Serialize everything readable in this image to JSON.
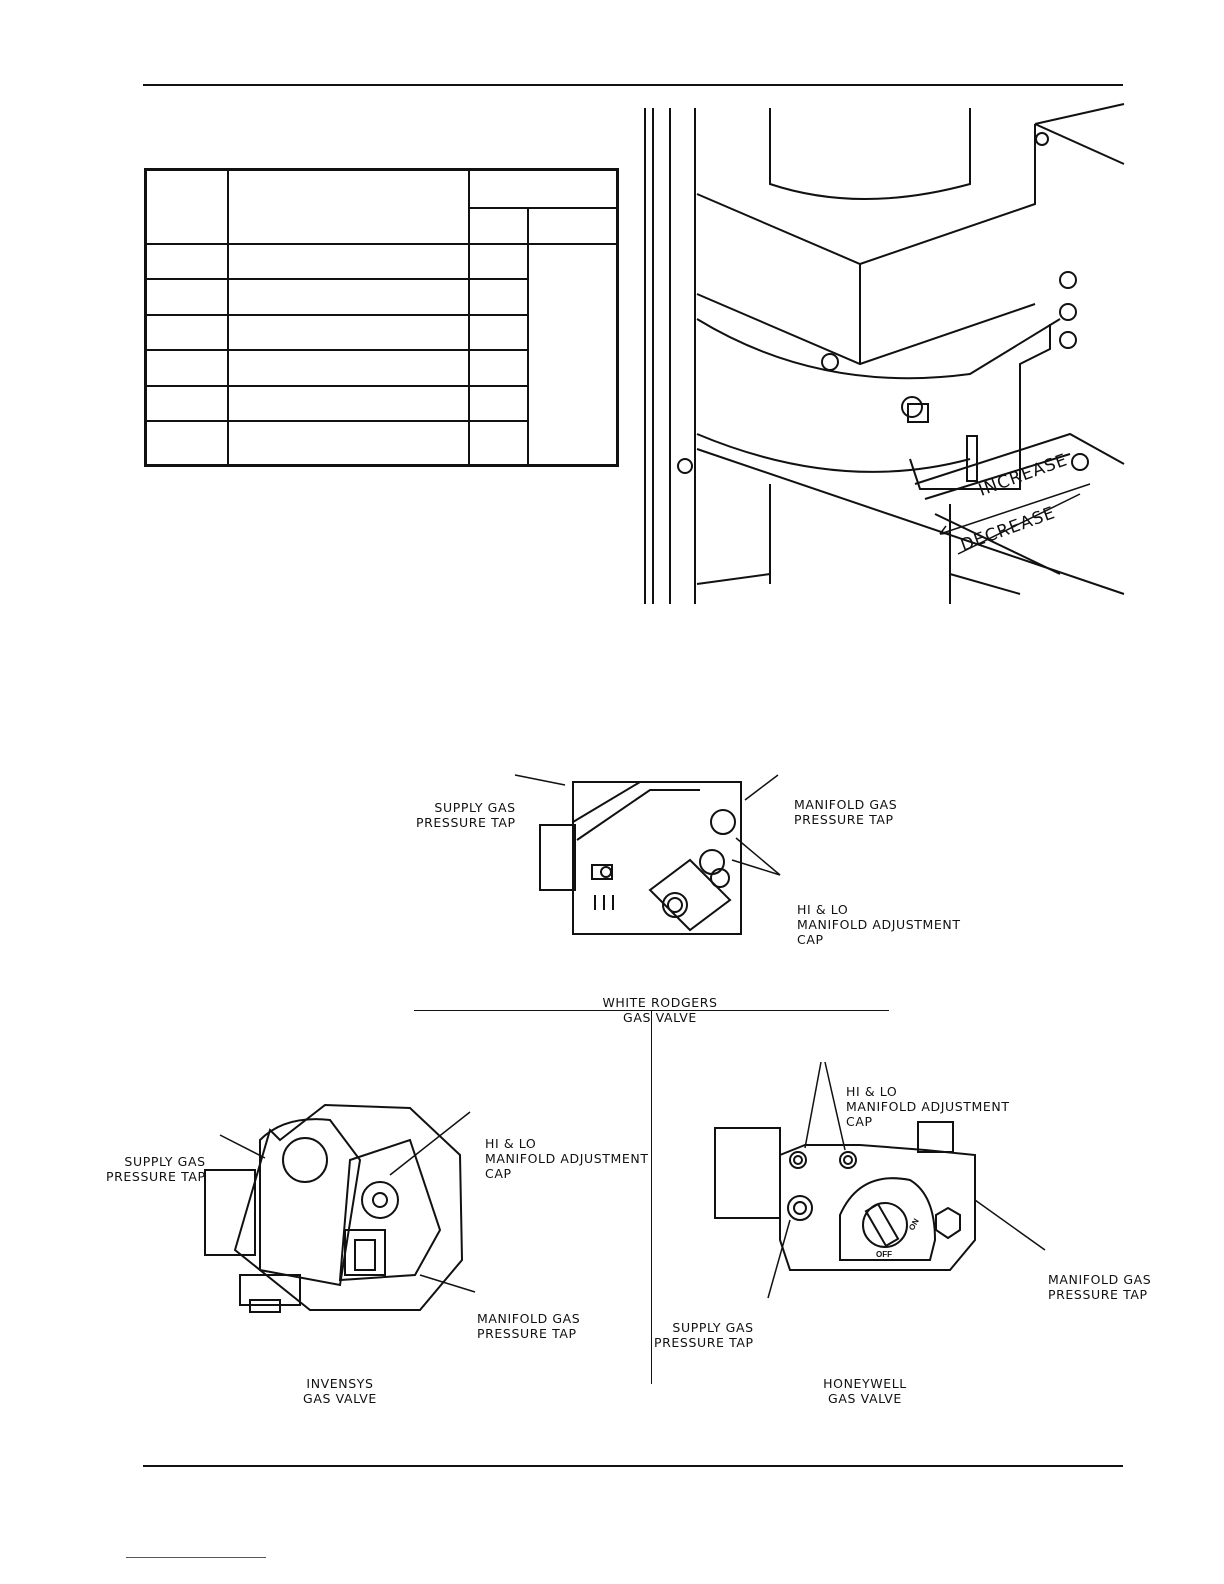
{
  "burner_figure": {
    "increase_label": "INCREASE",
    "decrease_label": "DECREASE"
  },
  "white_rodgers": {
    "supply_tap": [
      "SUPPLY GAS",
      "PRESSURE TAP"
    ],
    "manifold_tap": [
      "MANIFOLD GAS",
      "PRESSURE TAP"
    ],
    "adjustment_cap": [
      "HI & LO",
      "MANIFOLD ADJUSTMENT",
      "CAP"
    ],
    "caption": [
      "WHITE RODGERS",
      "GAS VALVE"
    ]
  },
  "invensys": {
    "supply_tap": [
      "SUPPLY GAS",
      "PRESSURE TAP"
    ],
    "adjustment_cap": [
      "HI & LO",
      "MANIFOLD ADJUSTMENT",
      "CAP"
    ],
    "manifold_tap": [
      "MANIFOLD GAS",
      "PRESSURE TAP"
    ],
    "caption": [
      "INVENSYS",
      "GAS VALVE"
    ]
  },
  "honeywell": {
    "adjustment_cap": [
      "HI & LO",
      "MANIFOLD ADJUSTMENT",
      "CAP"
    ],
    "manifold_tap": [
      "MANIFOLD GAS",
      "PRESSURE TAP"
    ],
    "supply_tap": [
      "SUPPLY GAS",
      "PRESSURE TAP"
    ],
    "caption": [
      "HONEYWELL",
      "GAS VALVE"
    ],
    "dial_on": "ON",
    "dial_off": "OFF"
  }
}
